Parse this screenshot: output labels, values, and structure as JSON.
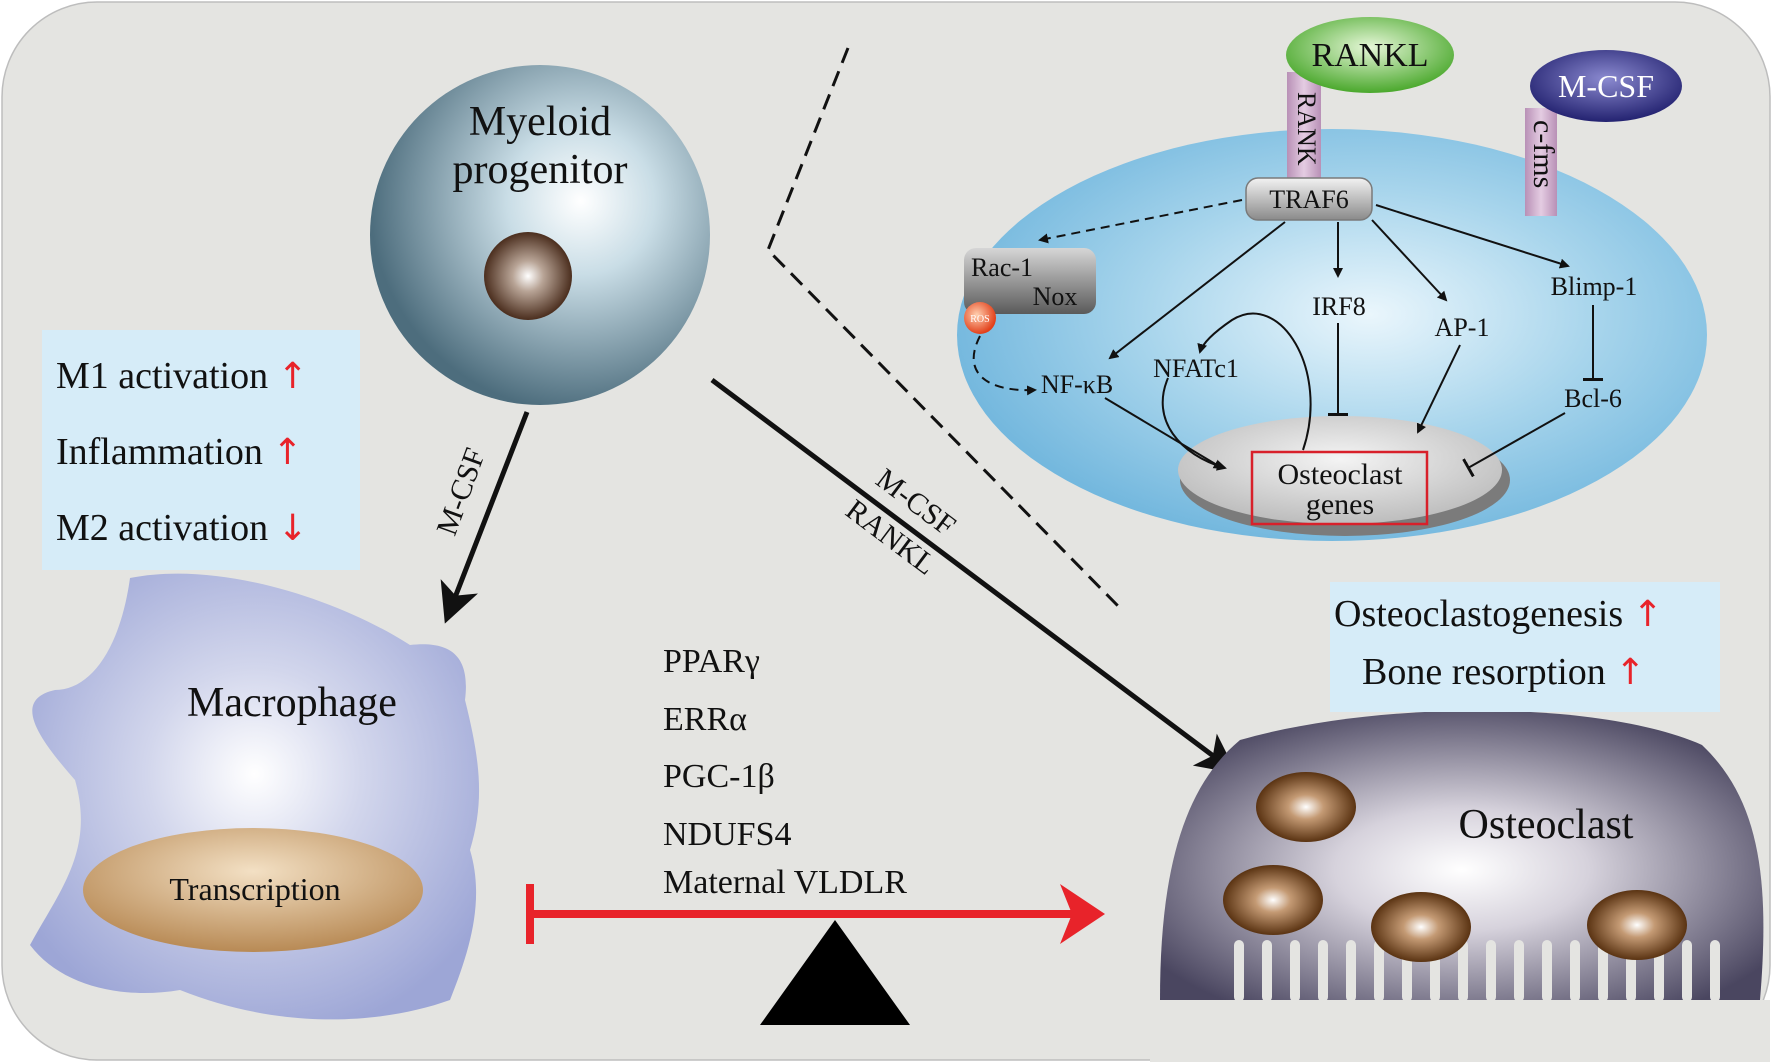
{
  "cell": {
    "myeloid": [
      "Myeloid",
      "progenitor"
    ],
    "macrophage": "Macrophage",
    "transcription": "Transcription",
    "osteoclast": "Osteoclast"
  },
  "arrows": {
    "mcsf_left": "M-CSF",
    "mcsf_diag": "M-CSF",
    "rankl_diag": "RANKL"
  },
  "macrophage_box": [
    {
      "text": "M1 activation",
      "dir": "up"
    },
    {
      "text": "Inflammation",
      "dir": "up"
    },
    {
      "text": "M2 activation",
      "dir": "down"
    }
  ],
  "osteoclast_box": [
    {
      "text": "Osteoclastogenesis",
      "dir": "up"
    },
    {
      "text": "Bone resorption",
      "dir": "up"
    }
  ],
  "regulators": [
    "PPARγ",
    "ERRα",
    "PGC-1β",
    "NDUFS4",
    "Maternal VLDLR"
  ],
  "signaling": {
    "rankl": "RANKL",
    "rank": "RANK",
    "mcsf": "M-CSF",
    "cfms": "c-fms",
    "traf6": "TRAF6",
    "rac1": "Rac-1",
    "nox": "Nox",
    "ros": "ROS",
    "nfkb": "NF-κB",
    "nfatc1": "NFATc1",
    "irf8": "IRF8",
    "ap1": "AP-1",
    "blimp1": "Blimp-1",
    "bcl6": "Bcl-6",
    "genes": [
      "Osteoclast",
      "genes"
    ]
  },
  "colors": {
    "background": "#e4e4e1",
    "red": "#e8232a",
    "rankl_green": "#5cb83c",
    "mcsf_navy": "#2c2a7a",
    "receptor_pink": "#c9a2c8",
    "nucleus_blue": "#8dc6e4",
    "info_box": "#d6ecf8"
  }
}
